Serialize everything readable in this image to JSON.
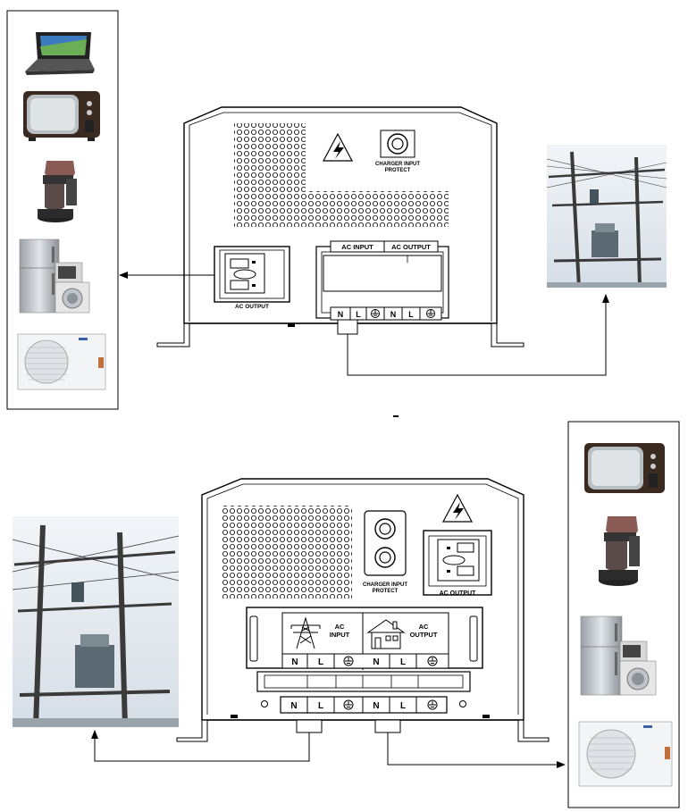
{
  "top_inverter": {
    "charger_label_1": "CHARGER INPUT",
    "charger_label_2": "PROTECT",
    "ac_output_socket_label": "AC OUTPUT",
    "terminal_header_input": "AC INPUT",
    "terminal_header_output": "AC OUTPUT",
    "terminals": [
      "N",
      "L",
      "N",
      "L"
    ]
  },
  "bottom_inverter": {
    "charger_label_1": "CHARGER INPUT",
    "charger_label_2": "PROTECT",
    "ac_output_socket_label": "AC OUTPUT",
    "input_label_1": "AC",
    "input_label_2": "INPUT",
    "output_label_1": "AC",
    "output_label_2": "OUTPUT",
    "terminals_upper": [
      "N",
      "L",
      "N",
      "L"
    ],
    "terminals_lower": [
      "N",
      "L",
      "N",
      "L"
    ]
  },
  "icons": {
    "warning": "high-voltage-warning-icon",
    "ground": "ground-symbol-icon",
    "tower": "power-tower-icon",
    "house": "house-icon"
  },
  "colors": {
    "line": "#000000",
    "arrow": "#333333",
    "sky": "#dfe7ef"
  }
}
